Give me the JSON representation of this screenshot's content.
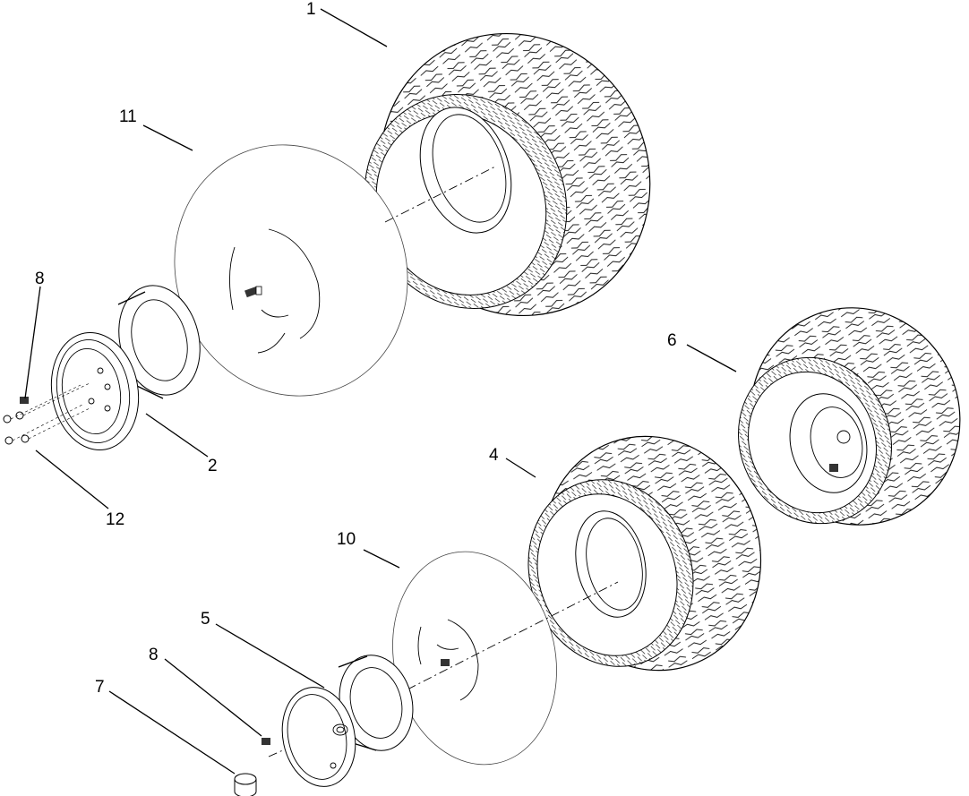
{
  "diagram": {
    "callouts": [
      {
        "id": "c1",
        "label": "1"
      },
      {
        "id": "c11",
        "label": "11"
      },
      {
        "id": "c8a",
        "label": "8"
      },
      {
        "id": "c2",
        "label": "2"
      },
      {
        "id": "c12",
        "label": "12"
      },
      {
        "id": "c6",
        "label": "6"
      },
      {
        "id": "c4",
        "label": "4"
      },
      {
        "id": "c10",
        "label": "10"
      },
      {
        "id": "c5",
        "label": "5"
      },
      {
        "id": "c8b",
        "label": "8"
      },
      {
        "id": "c7",
        "label": "7"
      }
    ],
    "colors": {
      "line": "#000000",
      "background": "#ffffff",
      "tube": "#444444"
    }
  }
}
